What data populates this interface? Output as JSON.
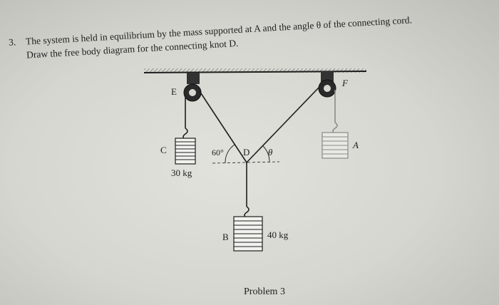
{
  "problem": {
    "number": "3.",
    "line1": "The system is held in equilibrium by the mass supported at A and the angle θ of the connecting cord.",
    "line2": "Draw the free body diagram for the connecting knot D."
  },
  "figure": {
    "labels": {
      "E": "E",
      "F": "F",
      "A": "A",
      "B": "B",
      "C": "C",
      "D": "D",
      "angle_60": "60°",
      "theta": "θ",
      "mass_c": "30 kg",
      "mass_b": "40 kg"
    },
    "caption": "Problem 3"
  }
}
